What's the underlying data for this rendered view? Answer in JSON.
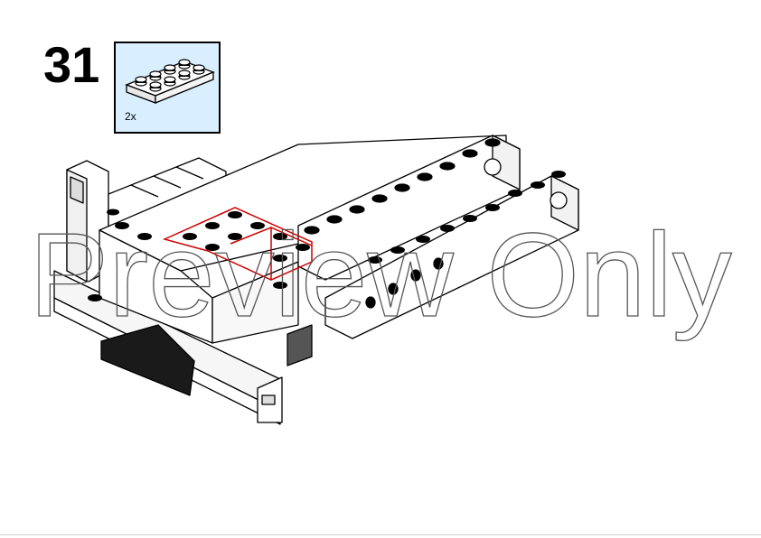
{
  "step": {
    "number": "31"
  },
  "parts_callout": {
    "quantity": "2x",
    "part_icon": "plate-2x4-icon",
    "background_color": "#d9efff"
  },
  "model": {
    "icon": "lego-build-model-icon",
    "highlight_color": "#d00000"
  },
  "watermark": {
    "text": "Preview Only"
  }
}
